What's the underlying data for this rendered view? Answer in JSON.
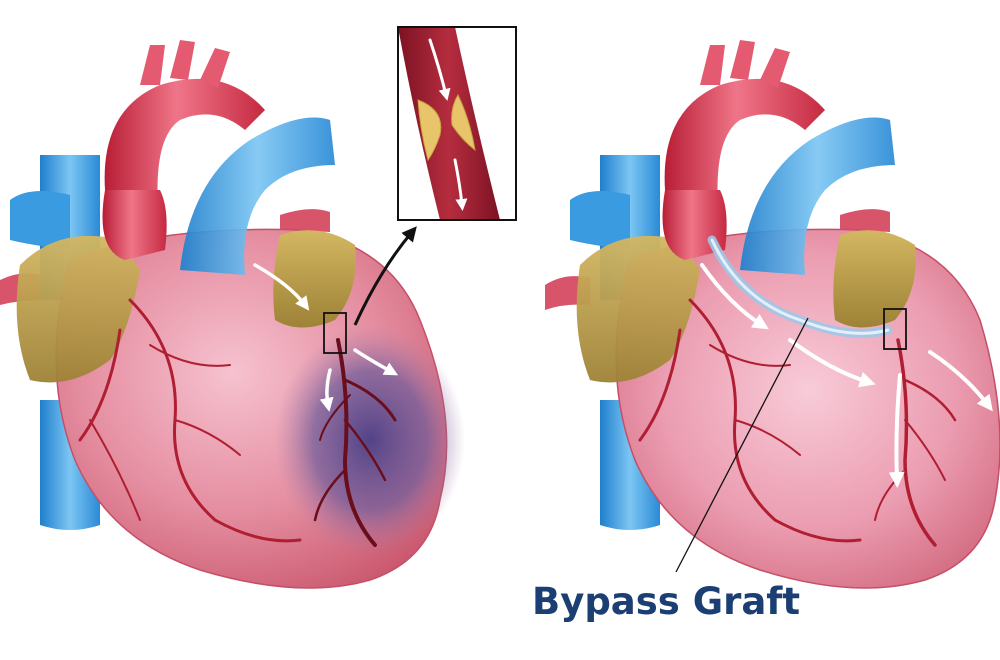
{
  "diagram": {
    "graft_label": "Bypass Graft",
    "colors": {
      "heart_fill": "#dc7c8e",
      "heart_light": "#f3b8c8",
      "aorta": "#d5344a",
      "vein_blue": "#3c9fe0",
      "fat_yellow": "#bda24a",
      "artery_dark": "#7a1020",
      "ischemia": "#5a4a8e",
      "plaque": "#e8c56a",
      "label_navy": "#1c3f73"
    },
    "icons": [
      "blood-flow-arrow",
      "callout-arrow",
      "zoom-box"
    ]
  }
}
